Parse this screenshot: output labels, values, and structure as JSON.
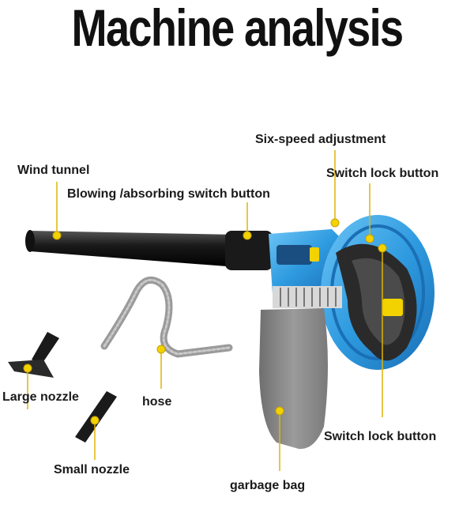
{
  "title": "Machine analysis",
  "labels": {
    "six_speed": "Six-speed adjustment",
    "wind_tunnel": "Wind tunnel",
    "switch_lock_top": "Switch lock button",
    "blowing_switch": "Blowing /absorbing switch button",
    "large_nozzle": "Large nozzle",
    "hose": "hose",
    "switch_lock_bottom": "Switch lock button",
    "small_nozzle": "Small nozzle",
    "garbage_bag": "garbage bag"
  },
  "colors": {
    "leader": "#e0b400",
    "body_blue": "#2f9be0",
    "dark": "#1b1b1b",
    "bag": "#8a8a8a",
    "hose": "#9a9a9a"
  }
}
